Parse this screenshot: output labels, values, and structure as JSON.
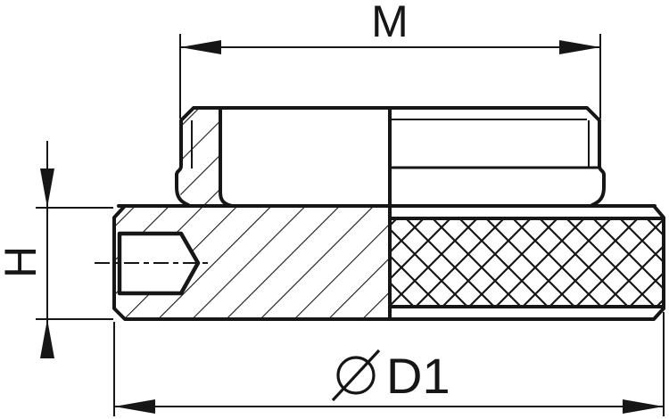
{
  "drawing": {
    "type": "technical-section-drawing",
    "part": "knurled-threaded-bushing",
    "labels": {
      "thread_dimension": "M",
      "height_dimension": "H",
      "diameter_dimension": "D1",
      "diameter_symbol": "⌀"
    },
    "colors": {
      "line": "#161616",
      "background": "#ffffff"
    }
  }
}
